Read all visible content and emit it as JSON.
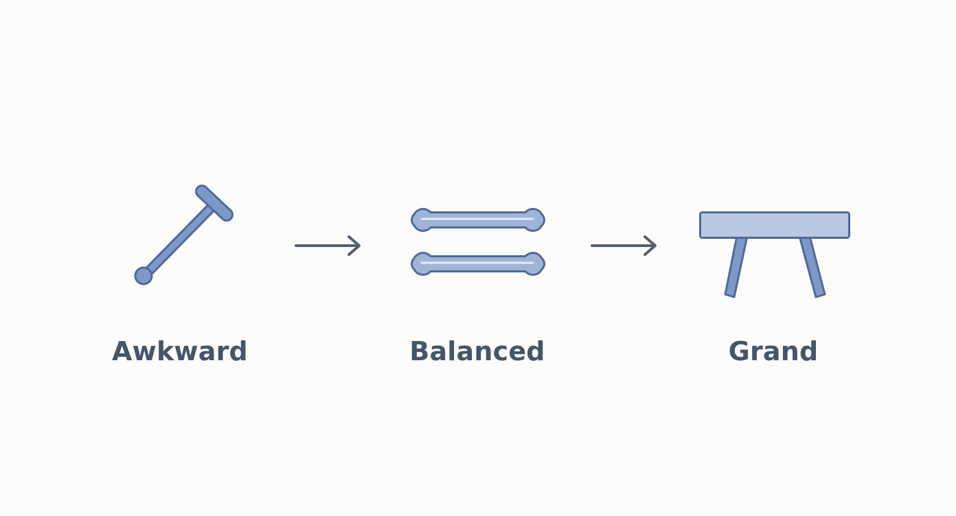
{
  "stages": [
    {
      "label": "Awkward",
      "icon": "tilted-rod-icon"
    },
    {
      "label": "Balanced",
      "icon": "parallel-bars-icon"
    },
    {
      "label": "Grand",
      "icon": "table-icon"
    }
  ],
  "colors": {
    "fill": "#7d99c7",
    "fill_light": "#b9c9e2",
    "stroke": "#4f6a99",
    "highlight": "#e4ecf7",
    "label": "#45556a",
    "arrow": "#555f6c",
    "background": "#fcfcfb"
  }
}
